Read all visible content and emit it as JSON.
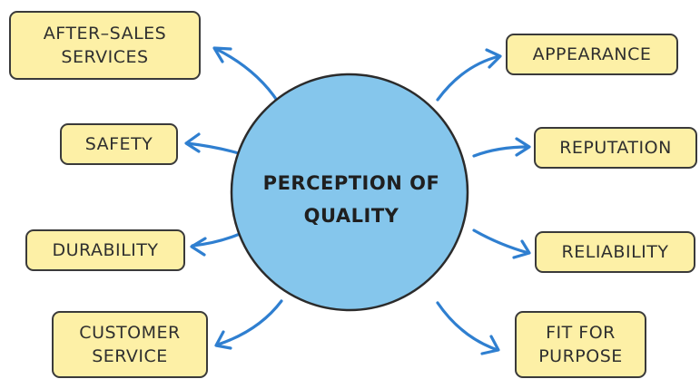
{
  "center": {
    "line1": "PERCEPTION OF",
    "line2": "QUALITY"
  },
  "factors": [
    {
      "lines": [
        "AFTER–SALES",
        "SERVICES"
      ]
    },
    {
      "lines": [
        "SAFETY"
      ]
    },
    {
      "lines": [
        "DURABILITY"
      ]
    },
    {
      "lines": [
        "CUSTOMER",
        "SERVICE"
      ]
    },
    {
      "lines": [
        "APPEARANCE"
      ]
    },
    {
      "lines": [
        "REPUTATION"
      ]
    },
    {
      "lines": [
        "RELIABILITY"
      ]
    },
    {
      "lines": [
        "FIT FOR",
        "PURPOSE"
      ]
    }
  ],
  "colors": {
    "circle_fill": "#85c6ec",
    "circle_stroke": "#2b2b2b",
    "box_fill": "#fdf0a6",
    "arrow": "#2f7fd0"
  }
}
